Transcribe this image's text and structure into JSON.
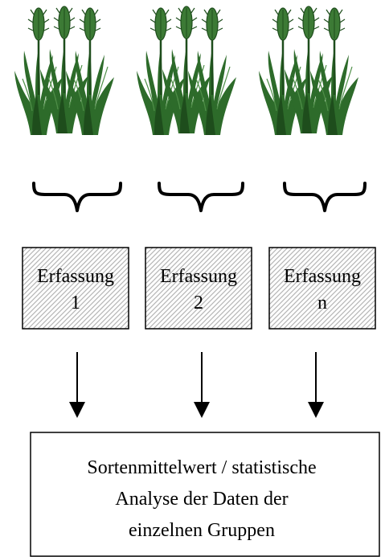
{
  "groups": [
    {
      "label": "Erfassung",
      "index": "1"
    },
    {
      "label": "Erfassung",
      "index": "2"
    },
    {
      "label": "Erfassung",
      "index": "n"
    }
  ],
  "result": {
    "line1": "Sortenmittelwert / statistische",
    "line2": "Analyse der Daten der",
    "line3": "einzelnen Gruppen"
  },
  "colors": {
    "leaf": "#2d6b2a",
    "leaf_dark": "#1e4d1c",
    "ear": "#3c7a35",
    "stroke": "#000000"
  },
  "icons": [
    "wheat-plant-icon",
    "brace-icon",
    "arrow-down-icon"
  ]
}
